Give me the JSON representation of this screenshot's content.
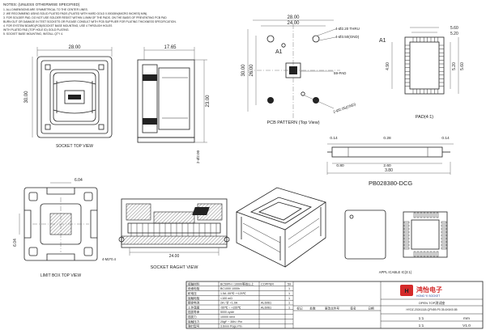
{
  "notes": {
    "title": "NOTES: (UNLESS OTHERWISE SPECIFIED)",
    "lines": [
      "1. ALL DIMENSIONS ARE SYMMETRICAL TO THE CENTER LINES.",
      "2. WE RECOMMEND USING SOLID PLATED PADS (PLATED WITH HARD GOLD 0.00015IN(MICRO INCHES) MIN).",
      "3. FOR SOLDER PAD, DO NOT USE SOLDER RESIST WITHIN 1.0MM OF THE PADS. ON THE BASIS OF PREVENTING PCB PAD",
      "   BURN OUT OR DAMAGE IN TEST SOCKETS OR PLEASE CONSULT WITH PCB SUPPLIER FOR PLATING THICKNESS SPECIFICATION.",
      "4. FOR SYSTEM BOARD(PCB)/SOCKET BASE MOUNTING, USE 4 THROUGH HOLES",
      "   WITH PLATED PAD (TOP HOLE ID) GOLD PLATING.",
      "5. SOCKET BASE MOUNTING, INSTALL QTY 4."
    ]
  },
  "views": {
    "socket_top": {
      "caption": "SOCKET TOP VIEW",
      "width": "28.00",
      "height": "30.00"
    },
    "socket_side": {
      "width": "17.65",
      "height": "23.00",
      "small": "2-Ø2.00"
    },
    "pcb_pattern": {
      "caption": "PCB PATTERN (Top View)",
      "a1": "A1",
      "w_outer": "28.00",
      "w_inner": "24.00",
      "h_outer": "30.00",
      "h_inner": "26.00",
      "thru": "4-Ø2.20 THRU",
      "gnd1": "4-Ø3.50(GND)",
      "pad": "59-PAD",
      "gnd2": "2-Ø2.05(GND)"
    },
    "pad_detail": {
      "caption": "PAD(4:1)",
      "a1": "A1",
      "d1": "5.60",
      "d2": "5.20",
      "d3": "4.90",
      "d4": "5.20",
      "d5": "5.60"
    },
    "pin_detail": {
      "d_left": "0.14",
      "d_mid": "0.28",
      "d_right": "0.14",
      "d_a": "0.80",
      "d_b": "2.60",
      "d_total": "3.80",
      "part_no": "PB028380-DCG"
    },
    "limit_box": {
      "caption": "LIMIT BOX  TOP VIEW",
      "dim_x": "6.04",
      "dim_y": "6.04"
    },
    "socket_right": {
      "caption": "SOCKET RAGHT VIEW",
      "dim": "24.00",
      "hole": "4-M2*0.4"
    },
    "package": {
      "caption": "APPL ICABLE IC(3:1)"
    }
  },
  "title_block": {
    "spec_rows": [
      [
        "接触材料",
        "BC50PH / 1000h等效以上"
      ],
      [
        "绝缘电阻",
        "BC1000 1000h"
      ],
      [
        "耐电压",
        "1.5A   -55℃~+125℃"
      ],
      [
        "接触电阻",
        "<100 mΩ"
      ],
      [
        "额定电流",
        "2A / 针  <1.0A"
      ],
      [
        "工作温度",
        "-55℃ ~ +155℃"
      ],
      [
        "插拔寿命",
        "5000 cycle"
      ],
      [
        "插拔力",
        "10000 next"
      ],
      [
        "接触压力",
        "25gF ~ 35N / Pin"
      ],
      [
        "弹针型号",
        "3.6mm Pogo Pin"
      ]
    ],
    "mat_rows": [
      [
        "COPPER",
        "59"
      ],
      [
        "",
        "1"
      ],
      [
        "",
        "1"
      ],
      [
        "",
        "1"
      ],
      [
        "AL6061",
        "1"
      ],
      [
        "AL6061",
        "1"
      ]
    ],
    "rev_header": [
      "标记",
      "处数",
      "更改文件号",
      "签名",
      "日期"
    ],
    "company_cn": "鸿怡电子",
    "company_en": "HONG YI SOCKET",
    "title": "OPEN TOP测试座",
    "drawing_no": "HYDZ-20241118-QFN59-P0.35-6X6X0.85",
    "scale_label": "1:1",
    "unit": "mm",
    "sheet": "1:1",
    "version": "V1.0"
  },
  "colors": {
    "ink": "#222222",
    "logo_red": "#d42a2a",
    "logo_blue": "#1c3f94"
  }
}
